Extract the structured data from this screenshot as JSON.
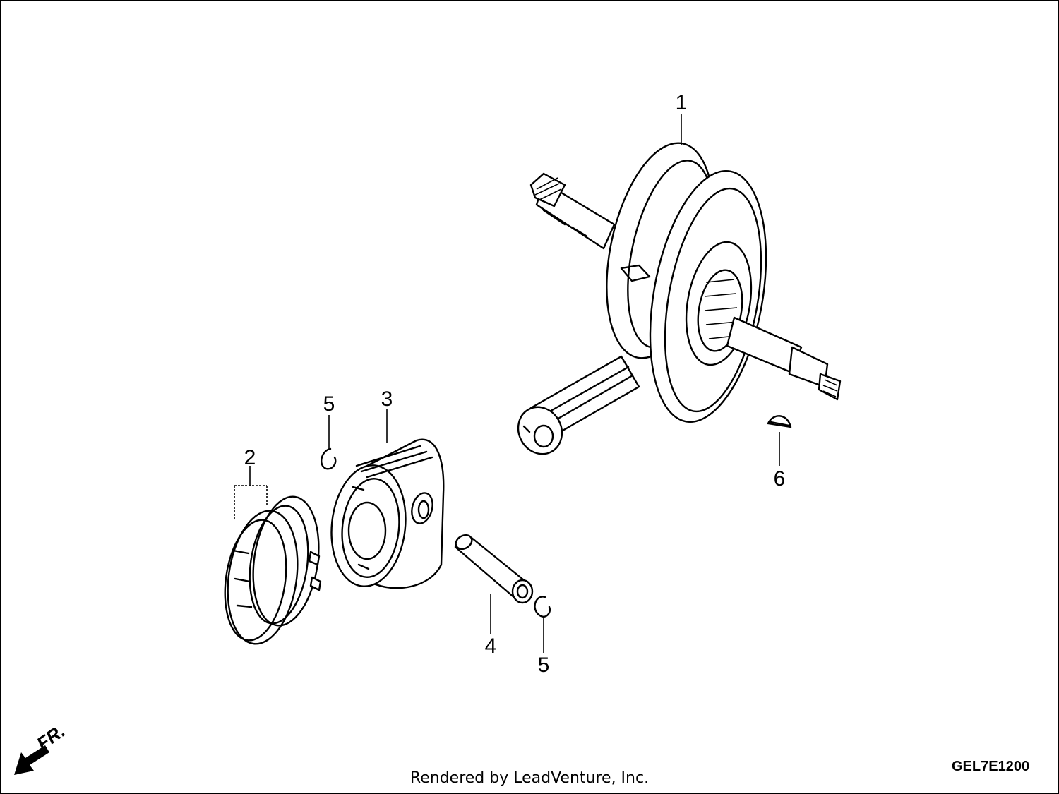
{
  "diagram": {
    "code": "GEL7E1200",
    "front_marker": "FR.",
    "footer": "Rendered by LeadVenture, Inc.",
    "callouts": [
      {
        "id": "1",
        "label": "1"
      },
      {
        "id": "2",
        "label": "2"
      },
      {
        "id": "3",
        "label": "3"
      },
      {
        "id": "4",
        "label": "4"
      },
      {
        "id": "5a",
        "label": "5"
      },
      {
        "id": "5b",
        "label": "5"
      },
      {
        "id": "6",
        "label": "6"
      }
    ]
  }
}
